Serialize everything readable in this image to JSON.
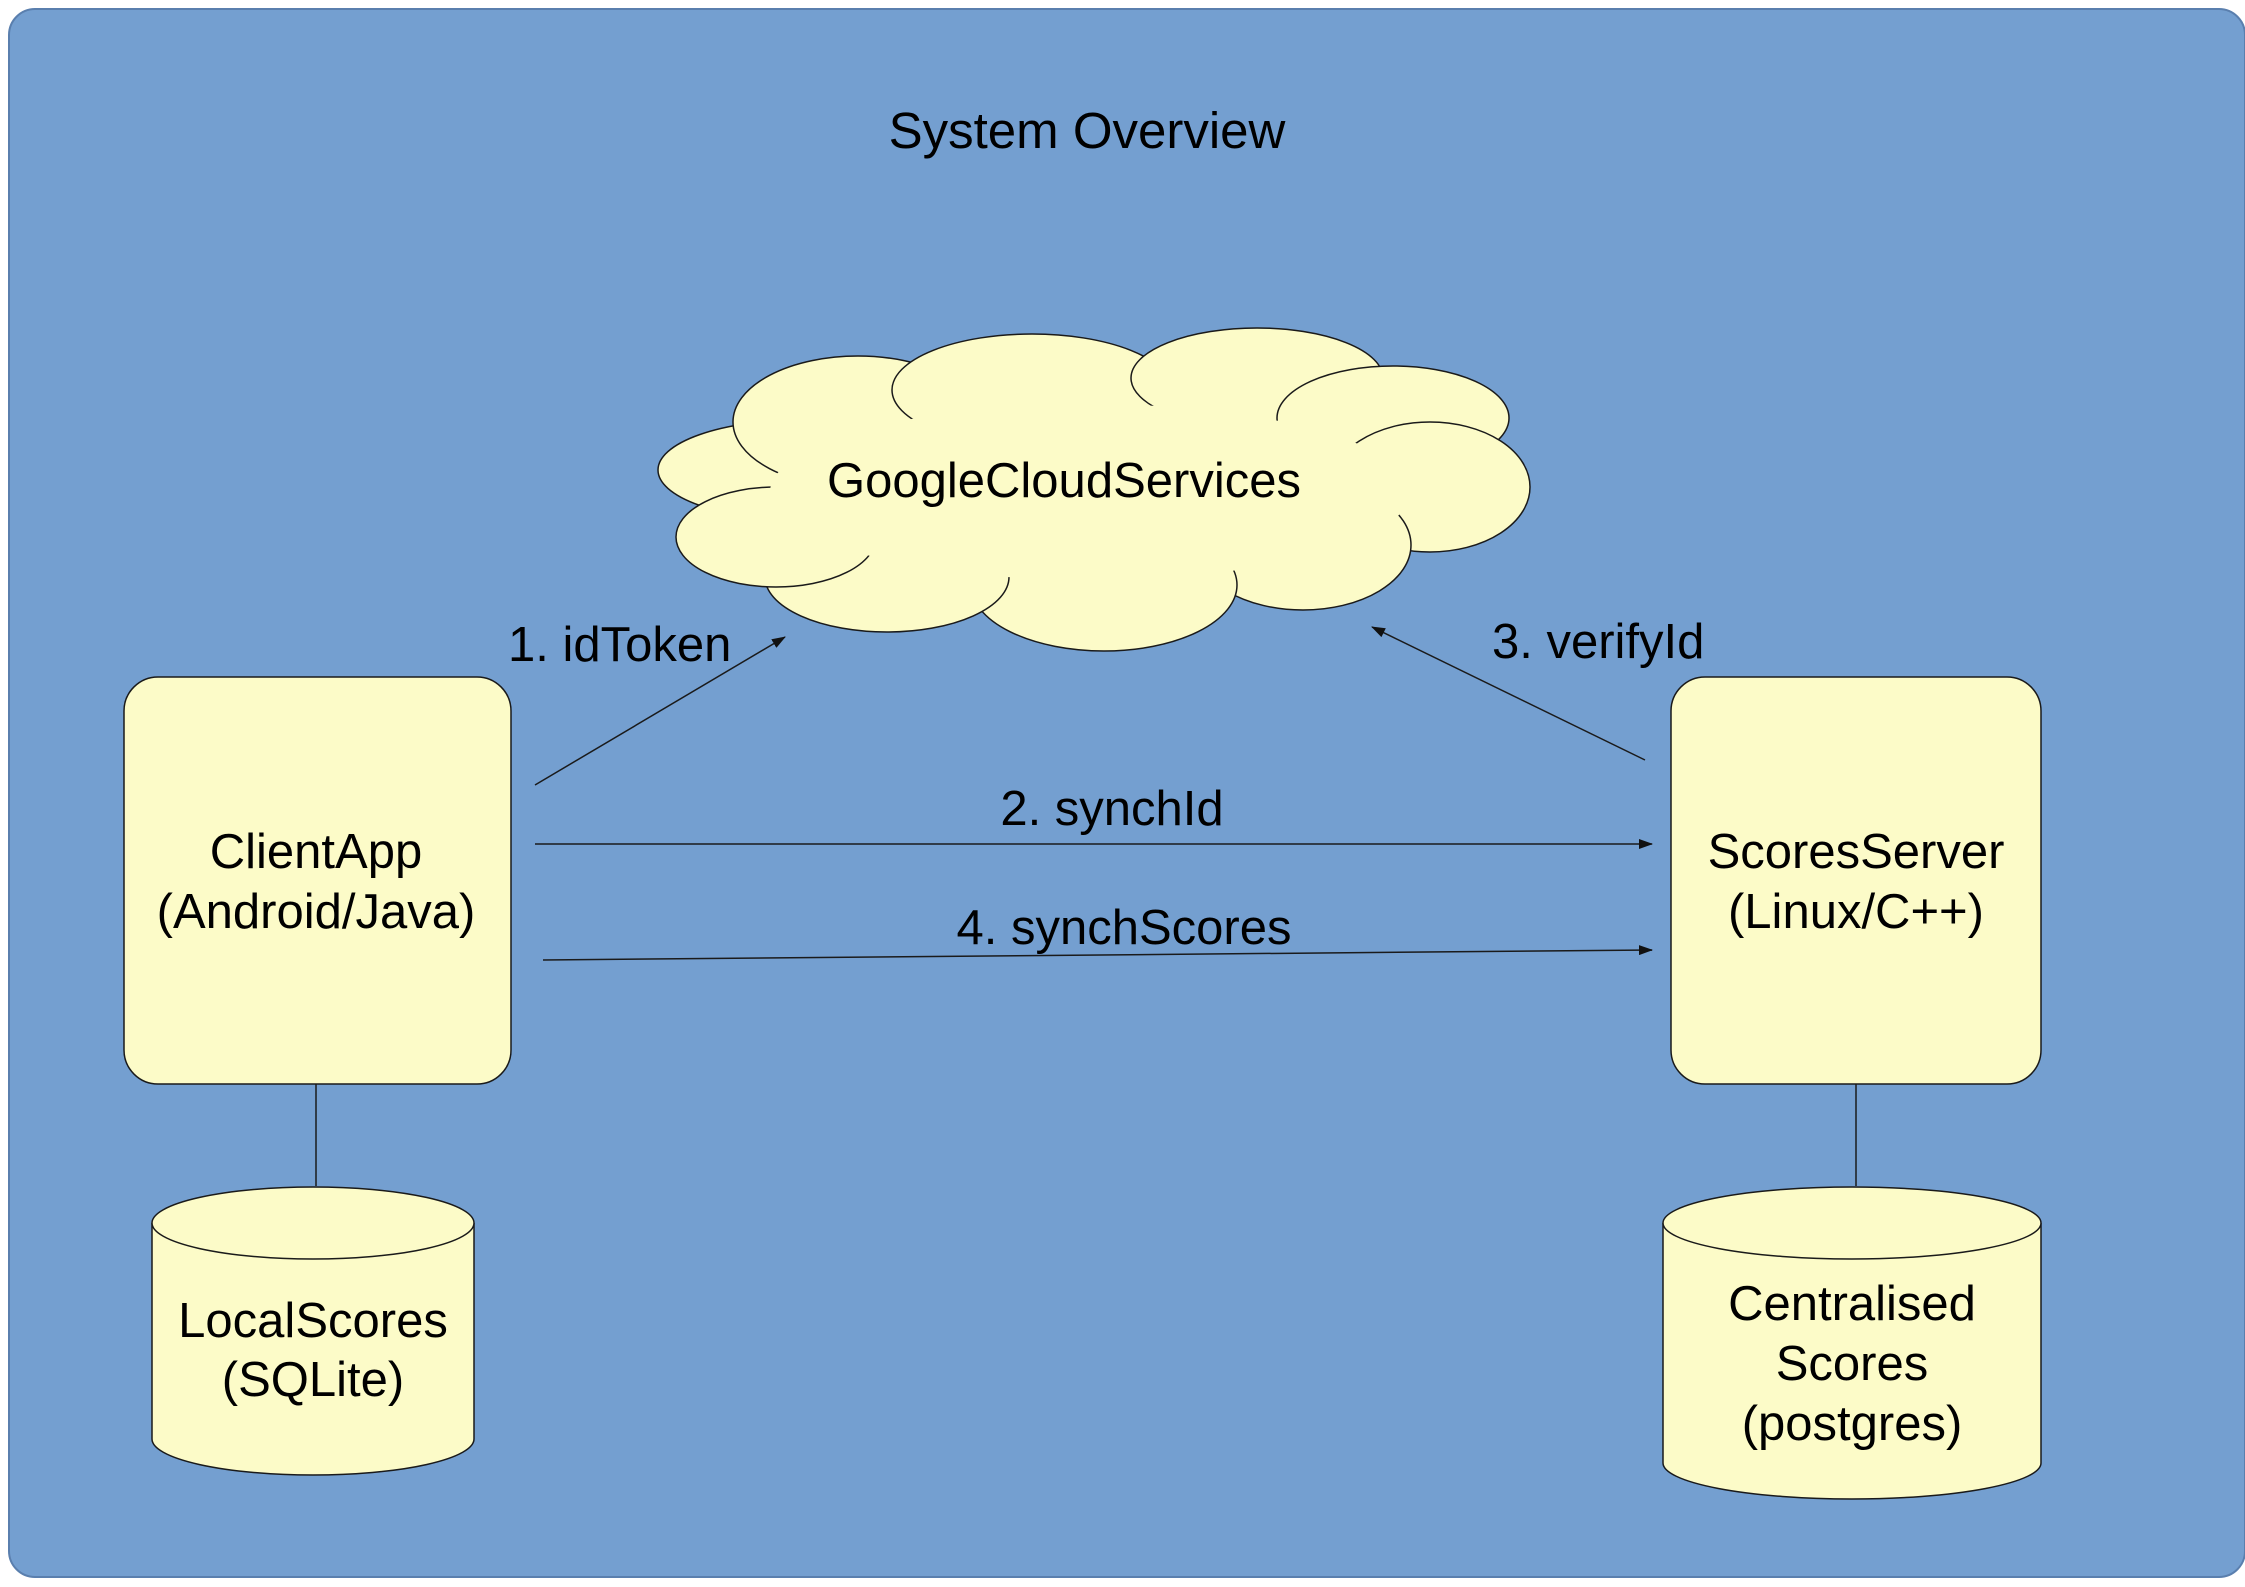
{
  "diagram": {
    "title": "System Overview",
    "nodes": {
      "cloud": {
        "label": "GoogleCloudServices"
      },
      "client": {
        "lines": [
          "ClientApp",
          "(Android/Java)"
        ]
      },
      "server": {
        "lines": [
          "ScoresServer",
          "(Linux/C++)"
        ]
      },
      "local_db": {
        "lines": [
          "LocalScores",
          "(SQLite)"
        ]
      },
      "central_db": {
        "lines": [
          "Centralised",
          "Scores",
          "(postgres)"
        ]
      }
    },
    "edges": [
      {
        "label": "1. idToken"
      },
      {
        "label": "2. synchId"
      },
      {
        "label": "3. verifyId"
      },
      {
        "label": "4. synchScores"
      }
    ],
    "colors": {
      "background": "#749fd0",
      "node_fill": "#fcfbc8",
      "stroke": "#1a1a1a"
    }
  }
}
